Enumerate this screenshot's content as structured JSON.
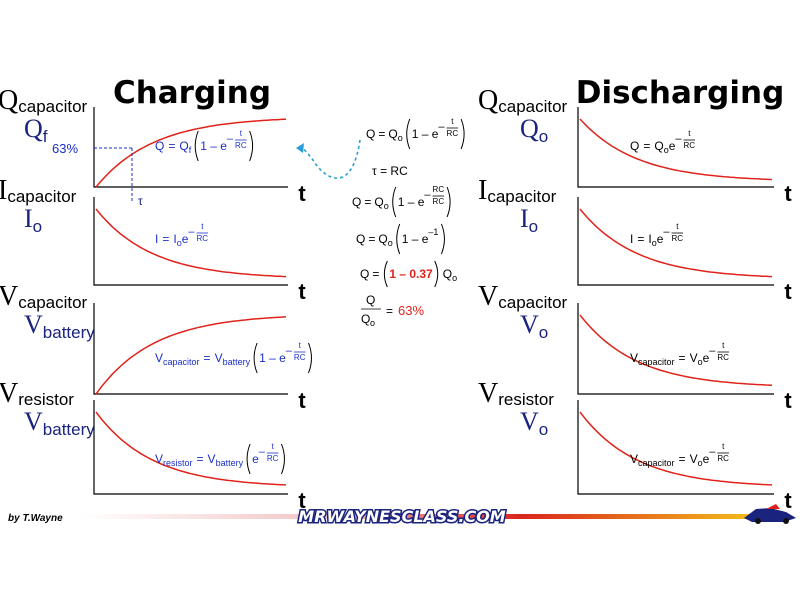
{
  "headings": {
    "charging": "Charging",
    "discharging": "Discharging"
  },
  "colors": {
    "curve": "#e0221a",
    "blue": "#1a2ec8",
    "navy": "#1a237e",
    "text": "#000000",
    "red_text": "#e0221a",
    "dash": "#1a2ec8"
  },
  "axis_label": "t",
  "graphs": [
    {
      "id": "q-charge",
      "curve": "rise",
      "main": {
        "base": "Q",
        "sub": "capacitor"
      },
      "level": {
        "base": "Q",
        "sub": "f"
      },
      "marker": {
        "pct": "63%",
        "tau": "τ"
      },
      "eq": {
        "lhs": "Q",
        "lhs_sub": "",
        "eq": "=",
        "coef": "Q",
        "coef_sub": "f",
        "paren": "1 – e",
        "exp_lead": "–",
        "exp_num": "t",
        "exp_den": "RC"
      }
    },
    {
      "id": "i-charge",
      "curve": "decay",
      "main": {
        "base": "I",
        "sub": "capacitor"
      },
      "level": {
        "base": "I",
        "sub": "o"
      },
      "eq": {
        "lhs": "I",
        "lhs_sub": "",
        "eq": "=",
        "coef": "I",
        "coef_sub": "o",
        "base": "e",
        "exp_lead": "–",
        "exp_num": "t",
        "exp_den": "RC"
      }
    },
    {
      "id": "v-charge",
      "curve": "rise",
      "main": {
        "base": "V",
        "sub": "capacitor"
      },
      "level": {
        "base": "V",
        "sub": "battery"
      },
      "eq": {
        "lhs": "V",
        "lhs_sub": "capacitor",
        "eq": "=",
        "coef": "V",
        "coef_sub": "battery",
        "paren": "1 – e",
        "exp_lead": "–",
        "exp_num": "t",
        "exp_den": "RC"
      }
    },
    {
      "id": "vr-charge",
      "curve": "decay",
      "main": {
        "base": "V",
        "sub": "resistor"
      },
      "level": {
        "base": "V",
        "sub": "battery"
      },
      "eq": {
        "lhs": "V",
        "lhs_sub": "resistor",
        "eq": "=",
        "coef": "V",
        "coef_sub": "battery",
        "paren": "e",
        "exp_lead": "–",
        "exp_num": "t",
        "exp_den": "RC"
      }
    },
    {
      "id": "q-discharge",
      "curve": "decay",
      "main": {
        "base": "Q",
        "sub": "capacitor"
      },
      "level": {
        "base": "Q",
        "sub": "o"
      },
      "eq": {
        "lhs": "Q",
        "lhs_sub": "",
        "eq": "=",
        "coef": "Q",
        "coef_sub": "o",
        "base": "e",
        "exp_lead": "–",
        "exp_num": "t",
        "exp_den": "RC"
      }
    },
    {
      "id": "i-discharge",
      "curve": "decay",
      "main": {
        "base": "I",
        "sub": "capacitor"
      },
      "level": {
        "base": "I",
        "sub": "o"
      },
      "eq": {
        "lhs": "I",
        "lhs_sub": "",
        "eq": "=",
        "coef": "I",
        "coef_sub": "o",
        "base": "e",
        "exp_lead": "–",
        "exp_num": "t",
        "exp_den": "RC"
      }
    },
    {
      "id": "v-discharge",
      "curve": "decay",
      "main": {
        "base": "V",
        "sub": "capacitor"
      },
      "level": {
        "base": "V",
        "sub": "o"
      },
      "eq": {
        "lhs": "V",
        "lhs_sub": "capacitor",
        "eq": "=",
        "coef": "V",
        "coef_sub": "o",
        "base": "e",
        "exp_lead": "–",
        "exp_num": "t",
        "exp_den": "RC"
      }
    },
    {
      "id": "vr-discharge",
      "curve": "decay",
      "main": {
        "base": "V",
        "sub": "resistor"
      },
      "level": {
        "base": "V",
        "sub": "o"
      },
      "eq": {
        "lhs": "V",
        "lhs_sub": "capacitor",
        "eq": "=",
        "coef": "V",
        "coef_sub": "o",
        "base": "e",
        "exp_lead": "–",
        "exp_num": "t",
        "exp_den": "RC"
      }
    }
  ],
  "derivation": {
    "line1": {
      "lhs": "Q",
      "eq": "=",
      "coef": "Q",
      "coef_sub": "o",
      "paren": "1 – e",
      "exp_lead": "–",
      "exp_num": "t",
      "exp_den": "RC"
    },
    "tau_line": "τ = RC",
    "line2": {
      "lhs": "Q",
      "eq": "=",
      "coef": "Q",
      "coef_sub": "o",
      "paren": "1 – e",
      "exp_lead": "–",
      "exp_num": "RC",
      "exp_den": "RC"
    },
    "line3": {
      "lhs": "Q",
      "eq": "=",
      "coef": "Q",
      "coef_sub": "o",
      "paren": "1 – e",
      "exp": "–1"
    },
    "line4": {
      "lhs": "Q",
      "eq": "=",
      "red": "1 – 0.37",
      "coef": "Q",
      "coef_sub": "o"
    },
    "line5": {
      "num": "Q",
      "den": "Q",
      "den_sub": "o",
      "eq": "=",
      "result": "63%"
    }
  },
  "footer": {
    "author": "by T.Wayne",
    "site": "MRWAYNESCLASS.COM"
  }
}
